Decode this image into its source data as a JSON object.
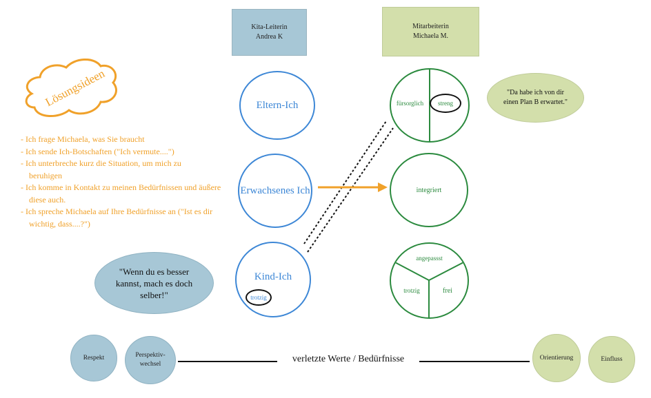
{
  "header": {
    "left_box": "Kita-Leiterin\nAndrea K",
    "right_box": "Mitarbeiterin\nMichaela M."
  },
  "cloud_title": "Lösungsideen",
  "solutions": [
    "- Ich frage Michaela, was Sie braucht",
    "- Ich sende Ich-Botschaften (\"Ich vermute....\")",
    "- Ich unterbreche kurz die Situation, um mich zu beruhigen",
    "- Ich komme in Kontakt zu meinen Bedürfnissen und äußere diese auch.",
    "- Ich spreche Michaela auf Ihre Bedürfnisse an (\"Ist es dir wichtig, dass....?\")"
  ],
  "left_quote": "\"Wenn du es besser\nkannst, mach es doch\nselber!\"",
  "right_quote": "\"Da habe ich von dir\neinen Plan B erwartet.\"",
  "left_states": {
    "parent": "Eltern-Ich",
    "adult": "Erwachsenes Ich",
    "child": "Kind-Ich",
    "child_tag": "trotzig"
  },
  "right_states": {
    "parent_left": "fürsorglich",
    "parent_right": "streng",
    "adult": "integriert",
    "child_top": "angepassst",
    "child_left": "trotzig",
    "child_right": "frei"
  },
  "values_label": "verletzte Werte / Bedürfnisse",
  "values_left": [
    "Respekt",
    "Perspektiv-\nwechsel"
  ],
  "values_right": [
    "Orientierung",
    "Einfluss"
  ],
  "colors": {
    "blue_box": "#a7c7d6",
    "green_box": "#d3dfab",
    "ego_blue": "#3d87d6",
    "ego_green": "#2b8a3e",
    "orange": "#f0a12a"
  }
}
